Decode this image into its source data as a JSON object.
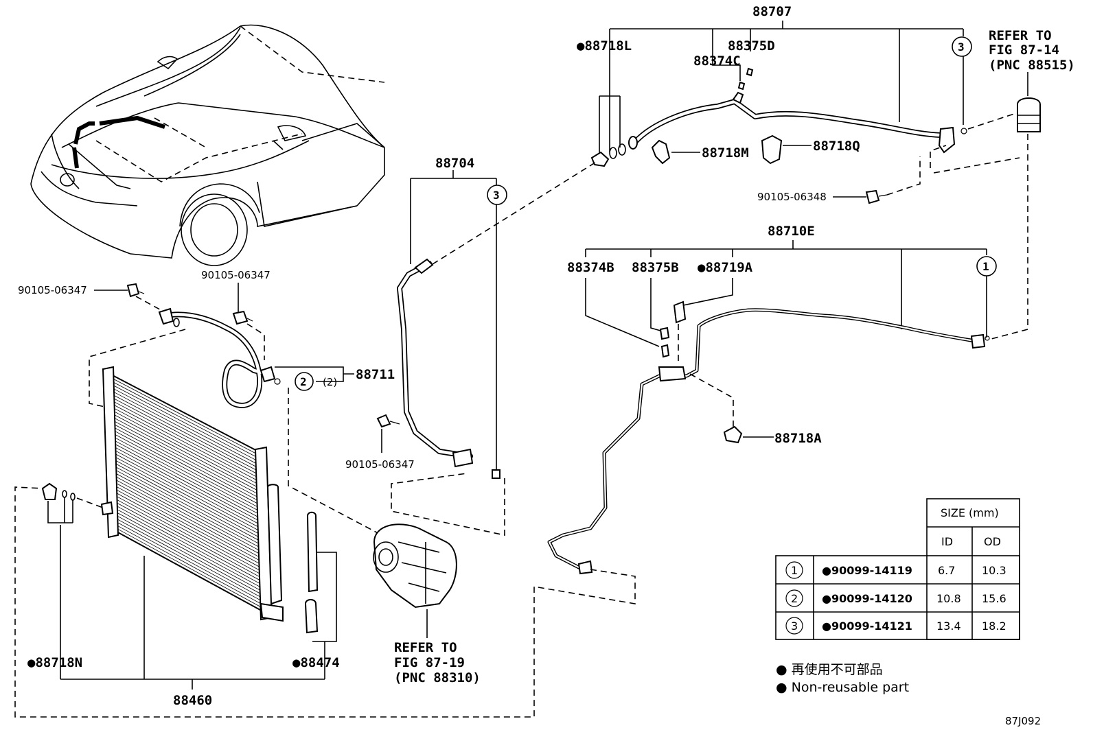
{
  "labels": {
    "p88707": "88707",
    "p88718L": "●88718L",
    "p88375D": "88375D",
    "p88374C": "88374C",
    "p88718M": "88718M",
    "p88718Q": "88718Q",
    "bolt_88707": "90105-06348",
    "refer_top_1": "REFER TO",
    "refer_top_2": "FIG 87-14",
    "refer_top_3": "(PNC 88515)",
    "p88704": "88704",
    "p88710E": "88710E",
    "p88374B": "88374B",
    "p88375B": "88375B",
    "p88719A": "●88719A",
    "p88718A": "88718A",
    "bolt_left": "90105-06347",
    "bolt_mid": "90105-06347",
    "bolt_88704": "90105-06347",
    "p88711": "88711",
    "oring_ref": "(2)",
    "p88718N": "●88718N",
    "p88474": "●88474",
    "p88460": "88460",
    "refer_comp_1": "REFER TO",
    "refer_comp_2": "FIG 87-19",
    "refer_comp_3": "(PNC 88310)",
    "callout_1": "1",
    "callout_2": "2",
    "callout_3": "3",
    "figure_code": "87J092"
  },
  "size_table": {
    "header": "SIZE (mm)",
    "columns": [
      "ID",
      "OD"
    ],
    "rows": [
      {
        "ref": "1",
        "part": "●90099-14119",
        "id": "6.7",
        "od": "10.3"
      },
      {
        "ref": "2",
        "part": "●90099-14120",
        "id": "10.8",
        "od": "15.6"
      },
      {
        "ref": "3",
        "part": "●90099-14121",
        "id": "13.4",
        "od": "18.2"
      }
    ]
  },
  "legend": {
    "jp": "● 再使用不可部品",
    "en": "● Non-reusable part"
  }
}
